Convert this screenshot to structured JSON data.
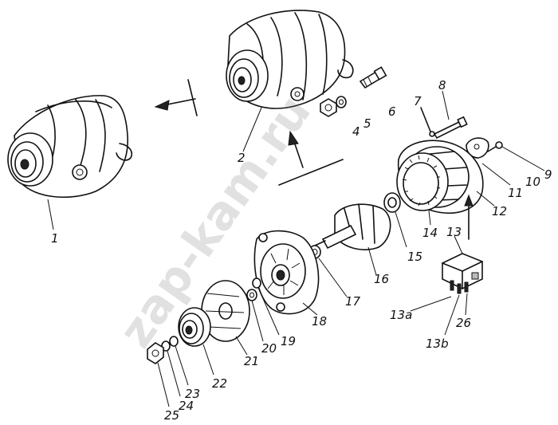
{
  "watermark": "zap-kam.ru",
  "labels": {
    "n1": "1",
    "n2": "2",
    "n4": "4",
    "n5": "5",
    "n6": "6",
    "n7": "7",
    "n8": "8",
    "n9": "9",
    "n10": "10",
    "n11": "11",
    "n12": "12",
    "n13": "13",
    "n13a": "13a",
    "n13b": "13b",
    "n14": "14",
    "n15": "15",
    "n16": "16",
    "n17": "17",
    "n18": "18",
    "n19": "19",
    "n20": "20",
    "n21": "21",
    "n22": "22",
    "n23": "23",
    "n24": "24",
    "n25": "25",
    "n26": "26"
  }
}
